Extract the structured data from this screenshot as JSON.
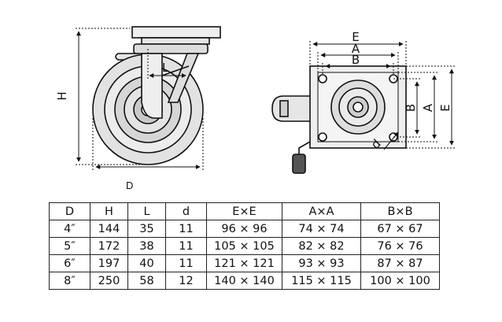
{
  "side_view": {
    "dim_height": "H",
    "dim_offset": "L"
  },
  "top_view": {
    "dim_plate_outer": "E",
    "dim_hole_outer": "A",
    "dim_hole_inner": "B",
    "dim_vertical_inner": "B",
    "dim_vertical_outer_1": "A",
    "dim_vertical_outer_2": "E",
    "dim_bolt": "d"
  },
  "wheel_dim_label": "D",
  "table": {
    "headers": [
      "D",
      "H",
      "L",
      "d",
      "E×E",
      "A×A",
      "B×B"
    ],
    "rows": [
      [
        "4″",
        "144",
        "35",
        "11",
        "96 × 96",
        "74 × 74",
        "67 × 67"
      ],
      [
        "5″",
        "172",
        "38",
        "11",
        "105 × 105",
        "82 × 82",
        "76 × 76"
      ],
      [
        "6″",
        "197",
        "40",
        "11",
        "121 × 121",
        "93 × 93",
        "87 × 87"
      ],
      [
        "8″",
        "250",
        "58",
        "12",
        "140 × 140",
        "115 × 115",
        "100 × 100"
      ]
    ]
  },
  "colors": {
    "ink": "#111111",
    "tire": "#e2e2e2",
    "hub": "#c9c9c9",
    "plate": "#eeeeee"
  }
}
